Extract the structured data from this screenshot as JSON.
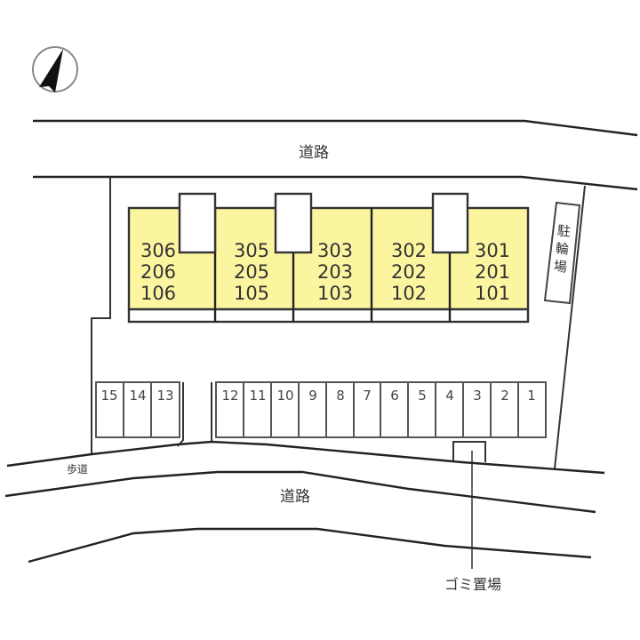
{
  "compass": {
    "icon": "north-arrow-icon"
  },
  "roads": {
    "north_label": "道路",
    "south_label": "道路",
    "sidewalk_label": "歩道"
  },
  "building": {
    "fill_color": "#fbf5a0",
    "units": [
      {
        "floors": [
          "306",
          "206",
          "106"
        ]
      },
      {
        "floors": [
          "305",
          "205",
          "105"
        ]
      },
      {
        "floors": [
          "303",
          "203",
          "103"
        ]
      },
      {
        "floors": [
          "302",
          "202",
          "102"
        ]
      },
      {
        "floors": [
          "301",
          "201",
          "101"
        ]
      }
    ]
  },
  "bicycle_parking": {
    "label": "駐輪場",
    "chars": [
      "駐",
      "輪",
      "場"
    ]
  },
  "garbage": {
    "label": "ゴミ置場"
  },
  "parking": {
    "left_group": [
      "15",
      "14",
      "13"
    ],
    "right_group": [
      "12",
      "11",
      "10",
      "9",
      "8",
      "7",
      "6",
      "5",
      "4",
      "3",
      "2",
      "1"
    ]
  }
}
